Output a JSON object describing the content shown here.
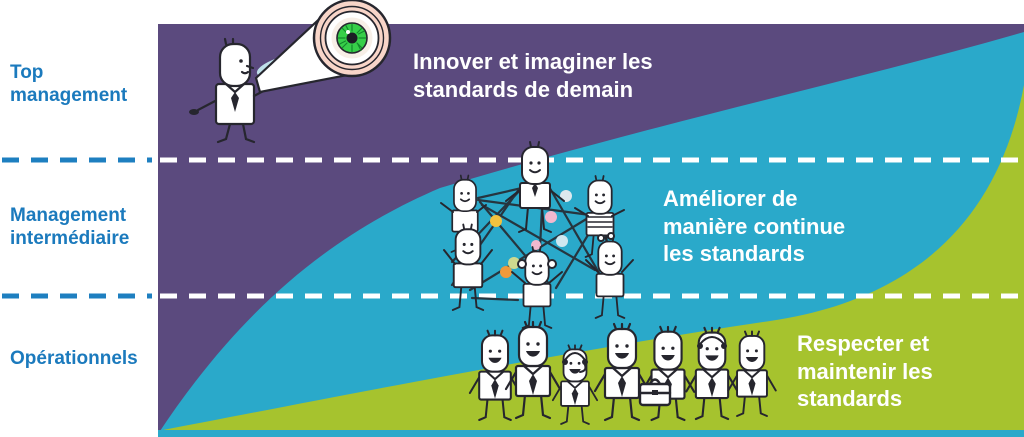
{
  "levels": {
    "top": {
      "text": "Top management",
      "lines": [
        "Top",
        "management"
      ]
    },
    "middle": {
      "text": "Management intermédiaire",
      "lines": [
        "Management",
        "intermédiaire"
      ]
    },
    "operational": {
      "text": "Opérationnels",
      "lines": [
        "Opérationnels"
      ]
    }
  },
  "zones": {
    "top": {
      "color": "#5b4a7e",
      "text": "Innover et imaginer les standards de demain",
      "lines": [
        "Innover et imaginer les",
        "standards de demain"
      ]
    },
    "middle": {
      "color": "#2aa9ca",
      "text": "Améliorer de manière continue les standards",
      "lines": [
        "Améliorer de",
        "manière continue",
        "les standards"
      ]
    },
    "bottom": {
      "color": "#a6c32e",
      "text": "Respecter et maintenir les standards",
      "lines": [
        "Respecter et",
        "maintenir les",
        "standards"
      ]
    }
  },
  "colors": {
    "label_blue": "#1b7abd",
    "dash_blue": "#1e7fc0",
    "dash_white": "#ffffff",
    "outline_dark": "#26262e",
    "figure_fill": "#ffffff",
    "eye_green": "#37cf49",
    "eye_ray_green": "#128a2c",
    "pupil_dark": "#1c1c24",
    "lens_pink": "#f8d5c8",
    "lens_inner": "#f7efe7",
    "shadow_blue": "#bfe0ea",
    "net_line": "#26353f",
    "dot_yellow": "#f2c23e",
    "dot_orange": "#ef9a3c",
    "dot_pink": "#f2b8ce",
    "dot_pale_blue": "#cfe8f0",
    "dot_pale_green": "#cdd98f",
    "dot_pale_gray": "#dde9ee",
    "bottom_strip": "#2aa9ca"
  }
}
